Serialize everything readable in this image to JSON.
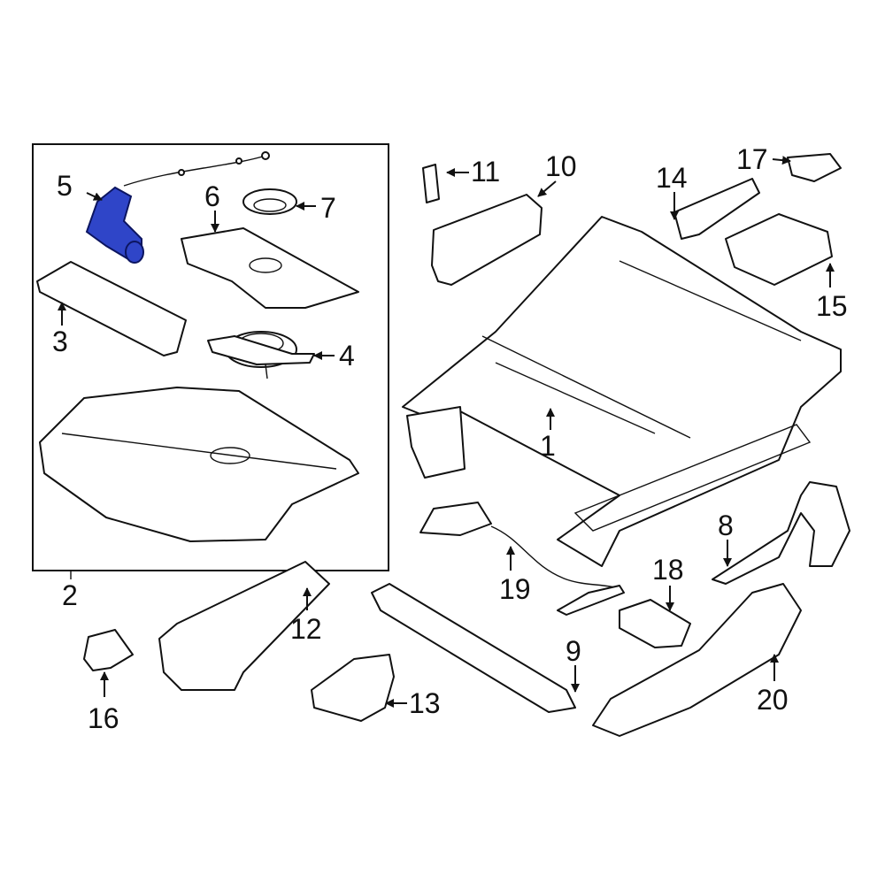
{
  "labels": {
    "l1": "1",
    "l2": "2",
    "l3": "3",
    "l4": "4",
    "l5": "5",
    "l6": "6",
    "l7": "7",
    "l8": "8",
    "l9": "9",
    "l10": "10",
    "l11": "11",
    "l12": "12",
    "l13": "13",
    "l14": "14",
    "l15": "15",
    "l16": "16",
    "l17": "17",
    "l18": "18",
    "l19": "19",
    "l20": "20"
  },
  "colors": {
    "highlight": "#2f45c8",
    "line": "#111111",
    "background": "#ffffff"
  },
  "highlighted_part": "5"
}
